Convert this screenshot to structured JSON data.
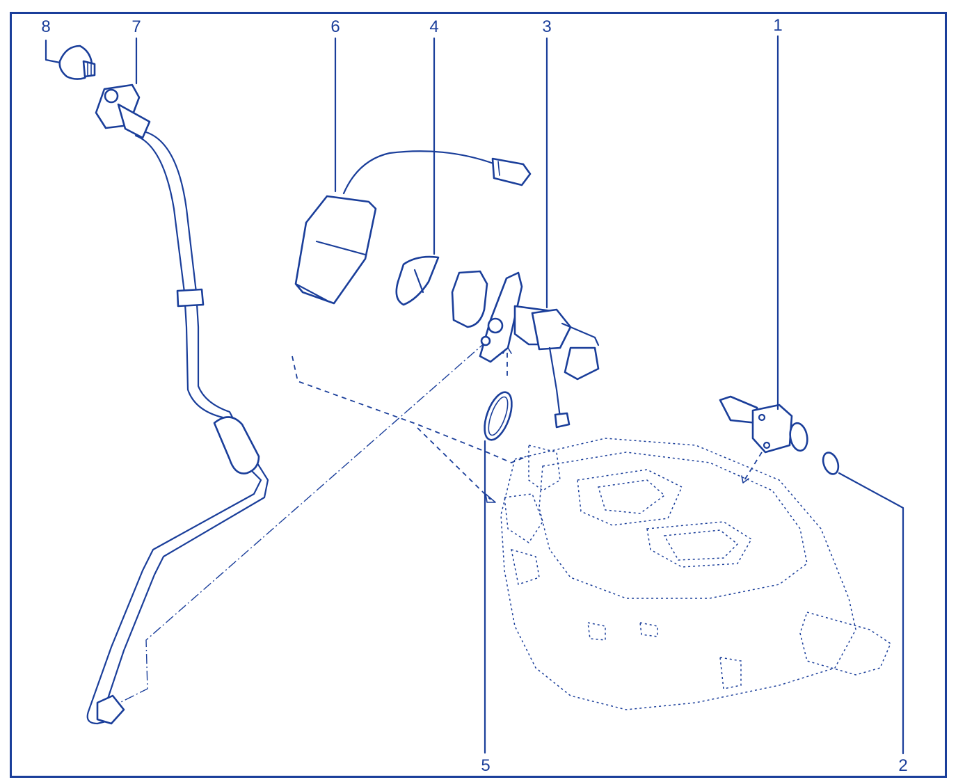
{
  "diagram": {
    "callouts": {
      "c1": "1",
      "c2": "2",
      "c3": "3",
      "c4": "4",
      "c5": "5",
      "c6": "6",
      "c7": "7",
      "c8": "8"
    },
    "colors": {
      "line": "#1a3e9a",
      "background": "#ffffff"
    }
  }
}
